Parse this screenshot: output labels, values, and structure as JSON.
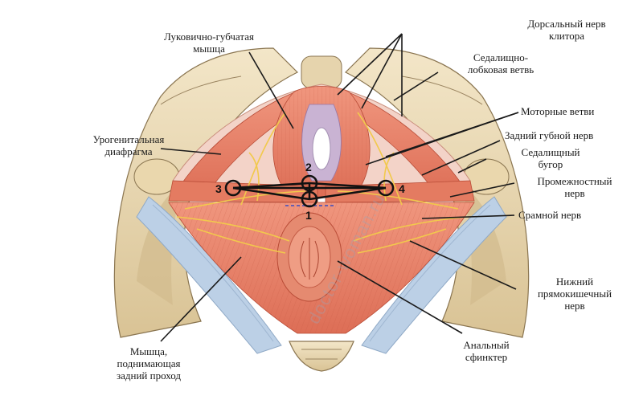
{
  "labels": {
    "bulbo": "Луковично-губчатая\nмышца",
    "dorsal": "Дорсальный нерв\nклитора",
    "sedal_lob": "Седалищно-\nлобковая ветвь",
    "motor": "Моторные ветви",
    "zadn_gub": "Задний губной нерв",
    "sedal_bugor": "Седалищный\nбугор",
    "promezh": "Промежностный\nнерв",
    "sram": "Срамной нерв",
    "nizhn": "Нижний\nпрямокишечный\nнерв",
    "anal": "Анальный\nсфинктер",
    "myshca": "Мышца,\nподнимающая\nзадний проход",
    "urogen": "Урогенитальная\nдиафрагма"
  },
  "markers": [
    "1",
    "2",
    "3",
    "4"
  ],
  "watermark": "doctor-woman.ru",
  "colors": {
    "muscle": "#e8826a",
    "muscle_dark": "#c9553f",
    "bone": "#ead9b4",
    "bone_shade": "#cdb88c",
    "ligament": "#b9cde3",
    "nerve": "#f2c94c",
    "membrane": "#f1d0c6",
    "leader": "#1a1a1a"
  }
}
